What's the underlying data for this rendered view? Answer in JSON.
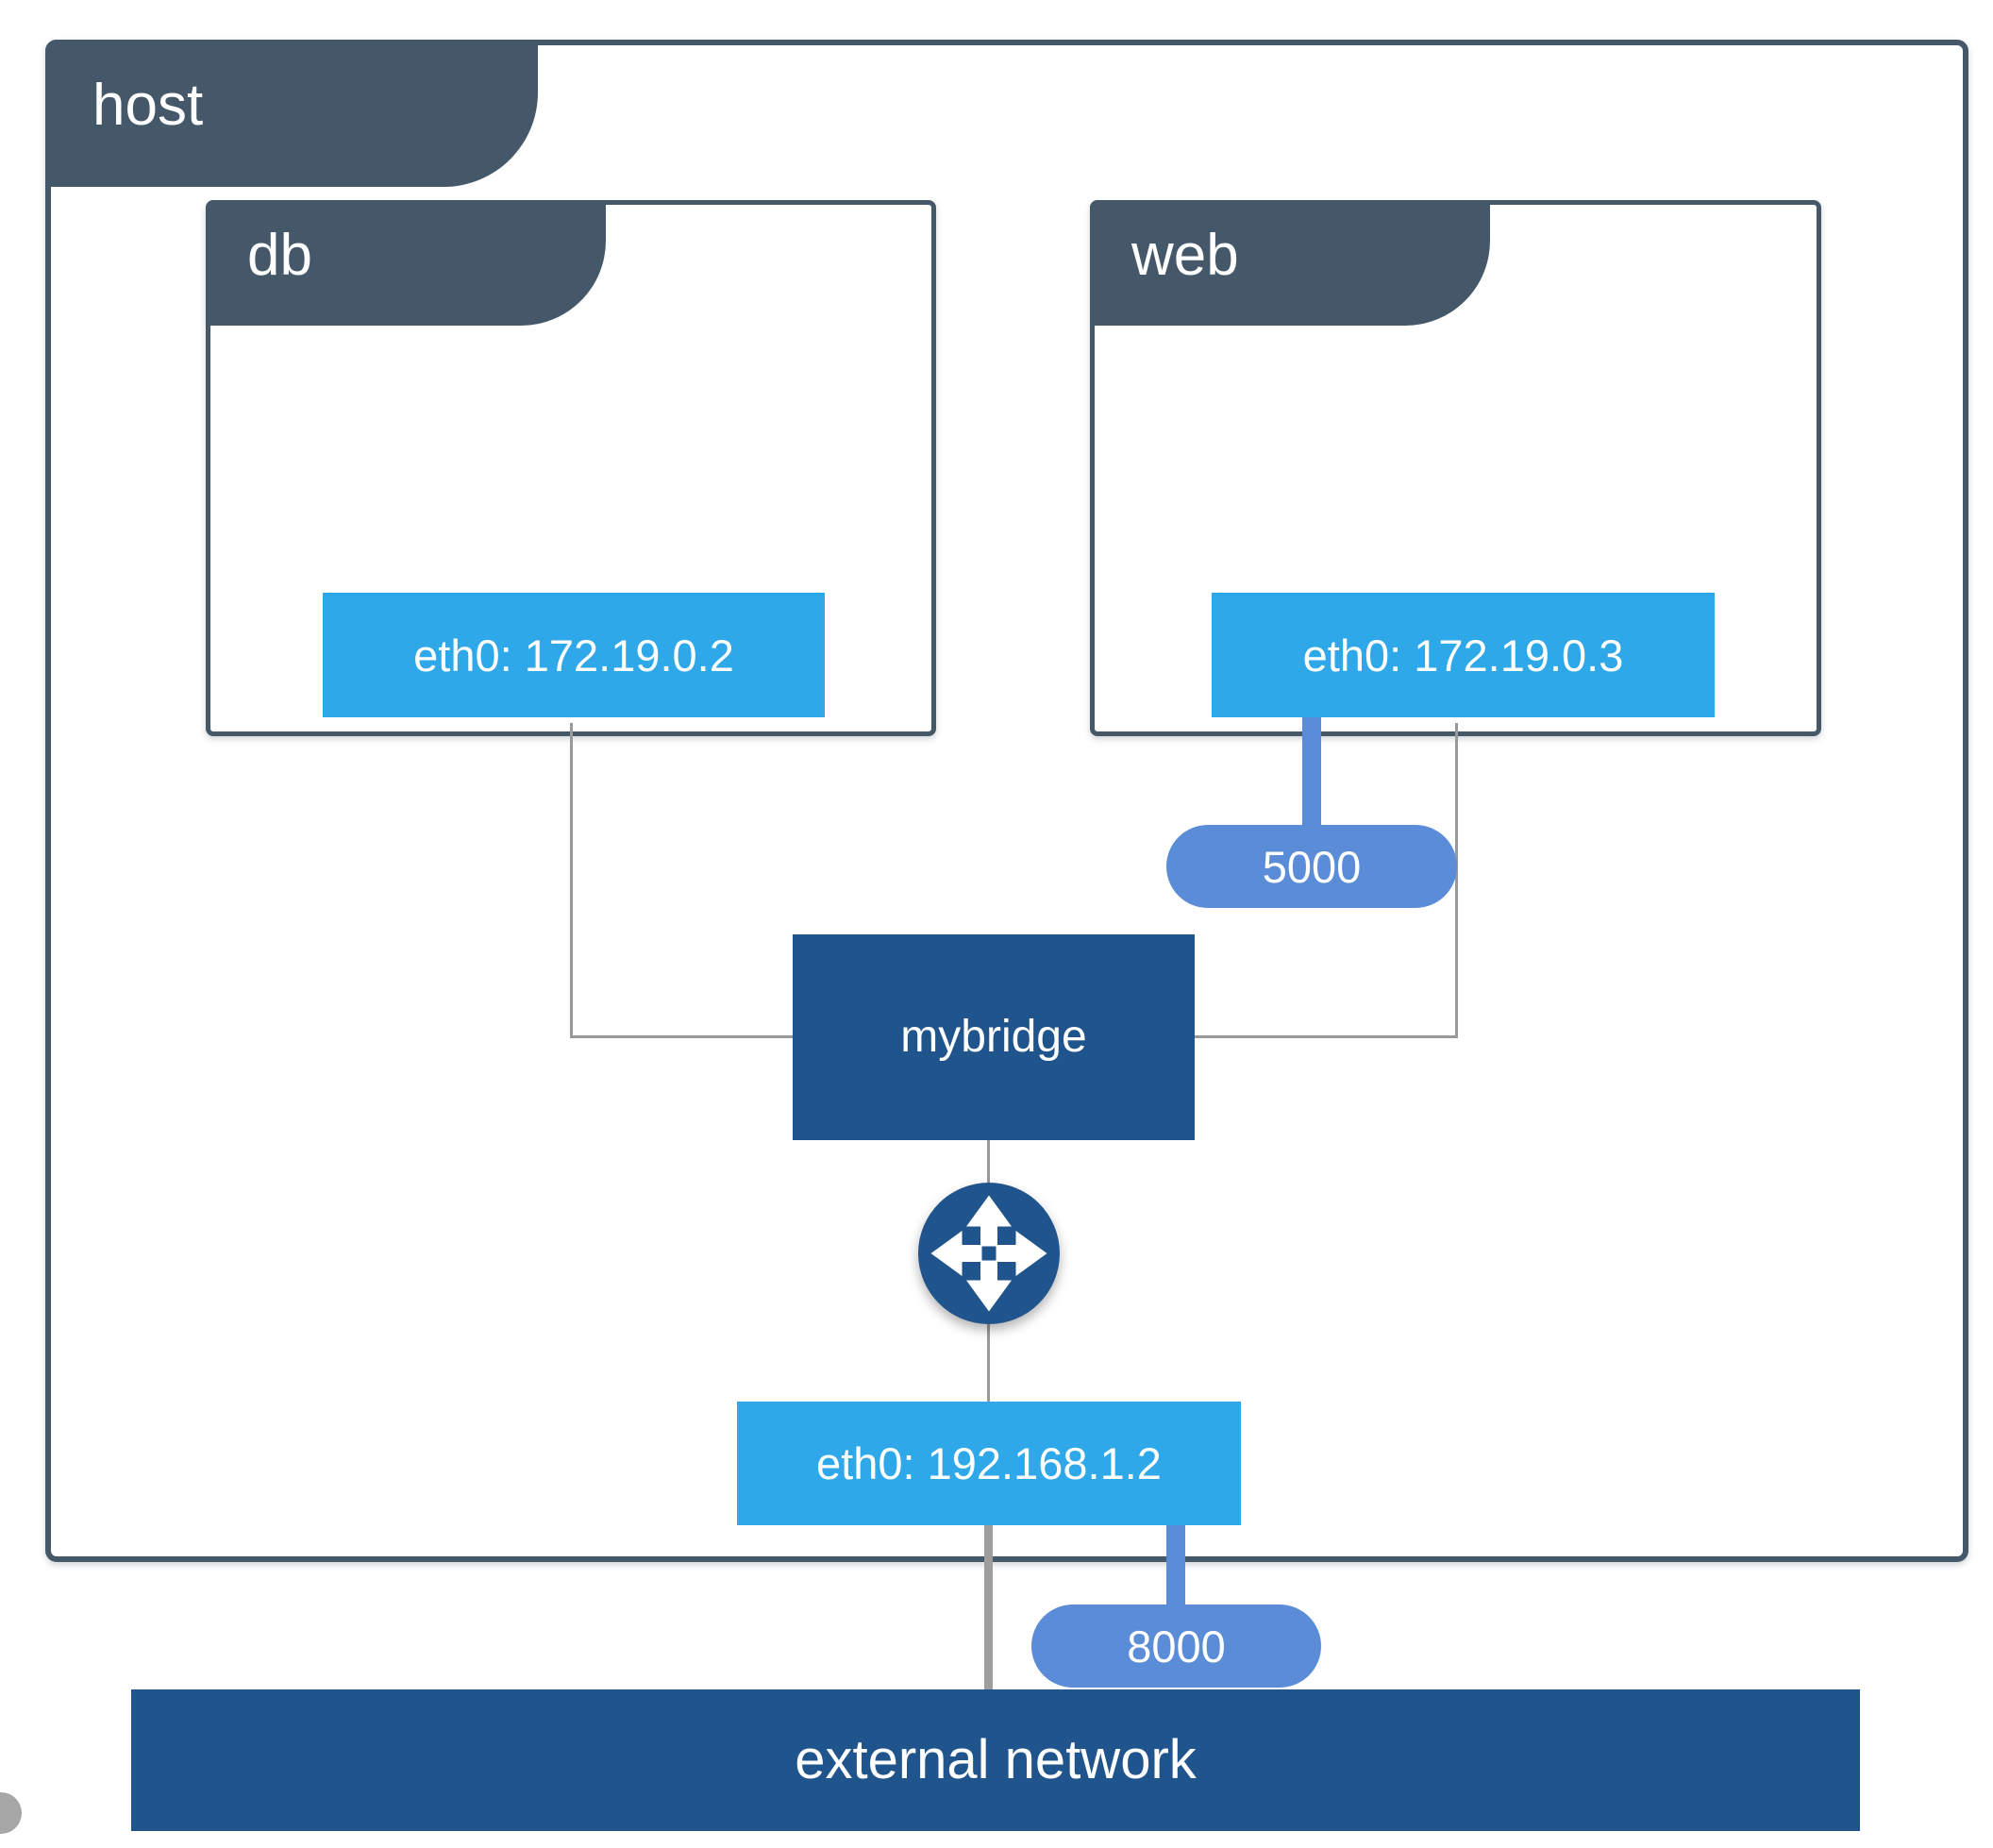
{
  "host": {
    "label": "host",
    "interface": {
      "label": "eth0: 192.168.1.2"
    }
  },
  "containers": [
    {
      "label": "db",
      "interface": {
        "label": "eth0: 172.19.0.2"
      }
    },
    {
      "label": "web",
      "interface": {
        "label": "eth0: 172.19.0.3"
      }
    }
  ],
  "bridge": {
    "label": "mybridge"
  },
  "ports": [
    {
      "label": "5000"
    },
    {
      "label": "8000"
    }
  ],
  "external_network": {
    "label": "external network"
  },
  "icons": {
    "router": "router-crossed-arrows-icon"
  },
  "colors": {
    "slate": "#44586A",
    "light_blue": "#2FA8EA",
    "mid_blue": "#5A8CD8",
    "dark_blue": "#1F548C",
    "line_gray": "#999999",
    "thick_gray": "#9E9E9E",
    "dot_gray": "#A6A6A6"
  }
}
